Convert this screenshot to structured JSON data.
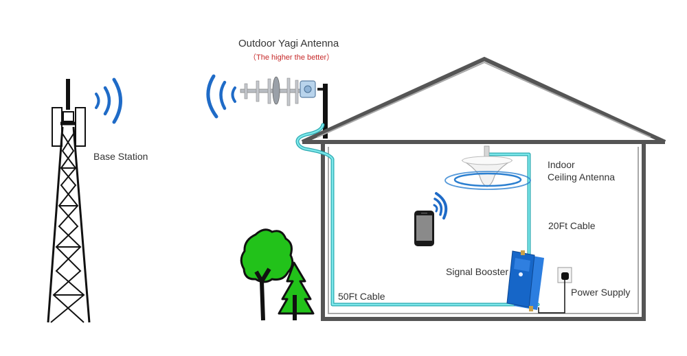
{
  "labels": {
    "base_station": "Base Station",
    "antenna_title": "Outdoor Yagi Antenna",
    "antenna_note": "（The higher the better）",
    "indoor_line1": "Indoor",
    "indoor_line2": "Ceiling Antenna",
    "cable_20ft": "20Ft Cable",
    "cable_50ft": "50Ft Cable",
    "signal_booster": "Signal Booster",
    "power_supply": "Power Supply"
  },
  "colors": {
    "cable": "#3fd0d6",
    "signal_wave": "#1f6bc7",
    "house_outline": "#555555",
    "tree_fill": "#22c21a",
    "booster_fill": "#1666c8",
    "note_text": "#c62828"
  }
}
